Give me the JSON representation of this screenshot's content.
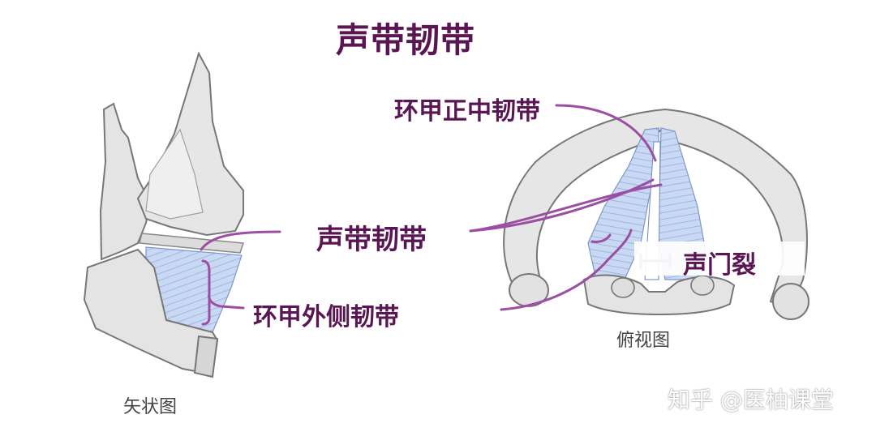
{
  "title": "声带韧带",
  "labels": {
    "cricothyroid_median": "环甲正中韧带",
    "vocal_ligament": "声带韧带",
    "lateral_cricothyroid": "环甲外侧韧带",
    "glottis": "声门裂"
  },
  "captions": {
    "sagittal": "矢状图",
    "top_view": "俯视图"
  },
  "watermark": "知乎 @医柚课堂",
  "colors": {
    "label_text": "#5a1553",
    "leader_line": "#9b4fa3",
    "ligament_blue": "#c7d6f2",
    "cartilage": "#e3e3e3",
    "outline": "#7a7a7a"
  }
}
